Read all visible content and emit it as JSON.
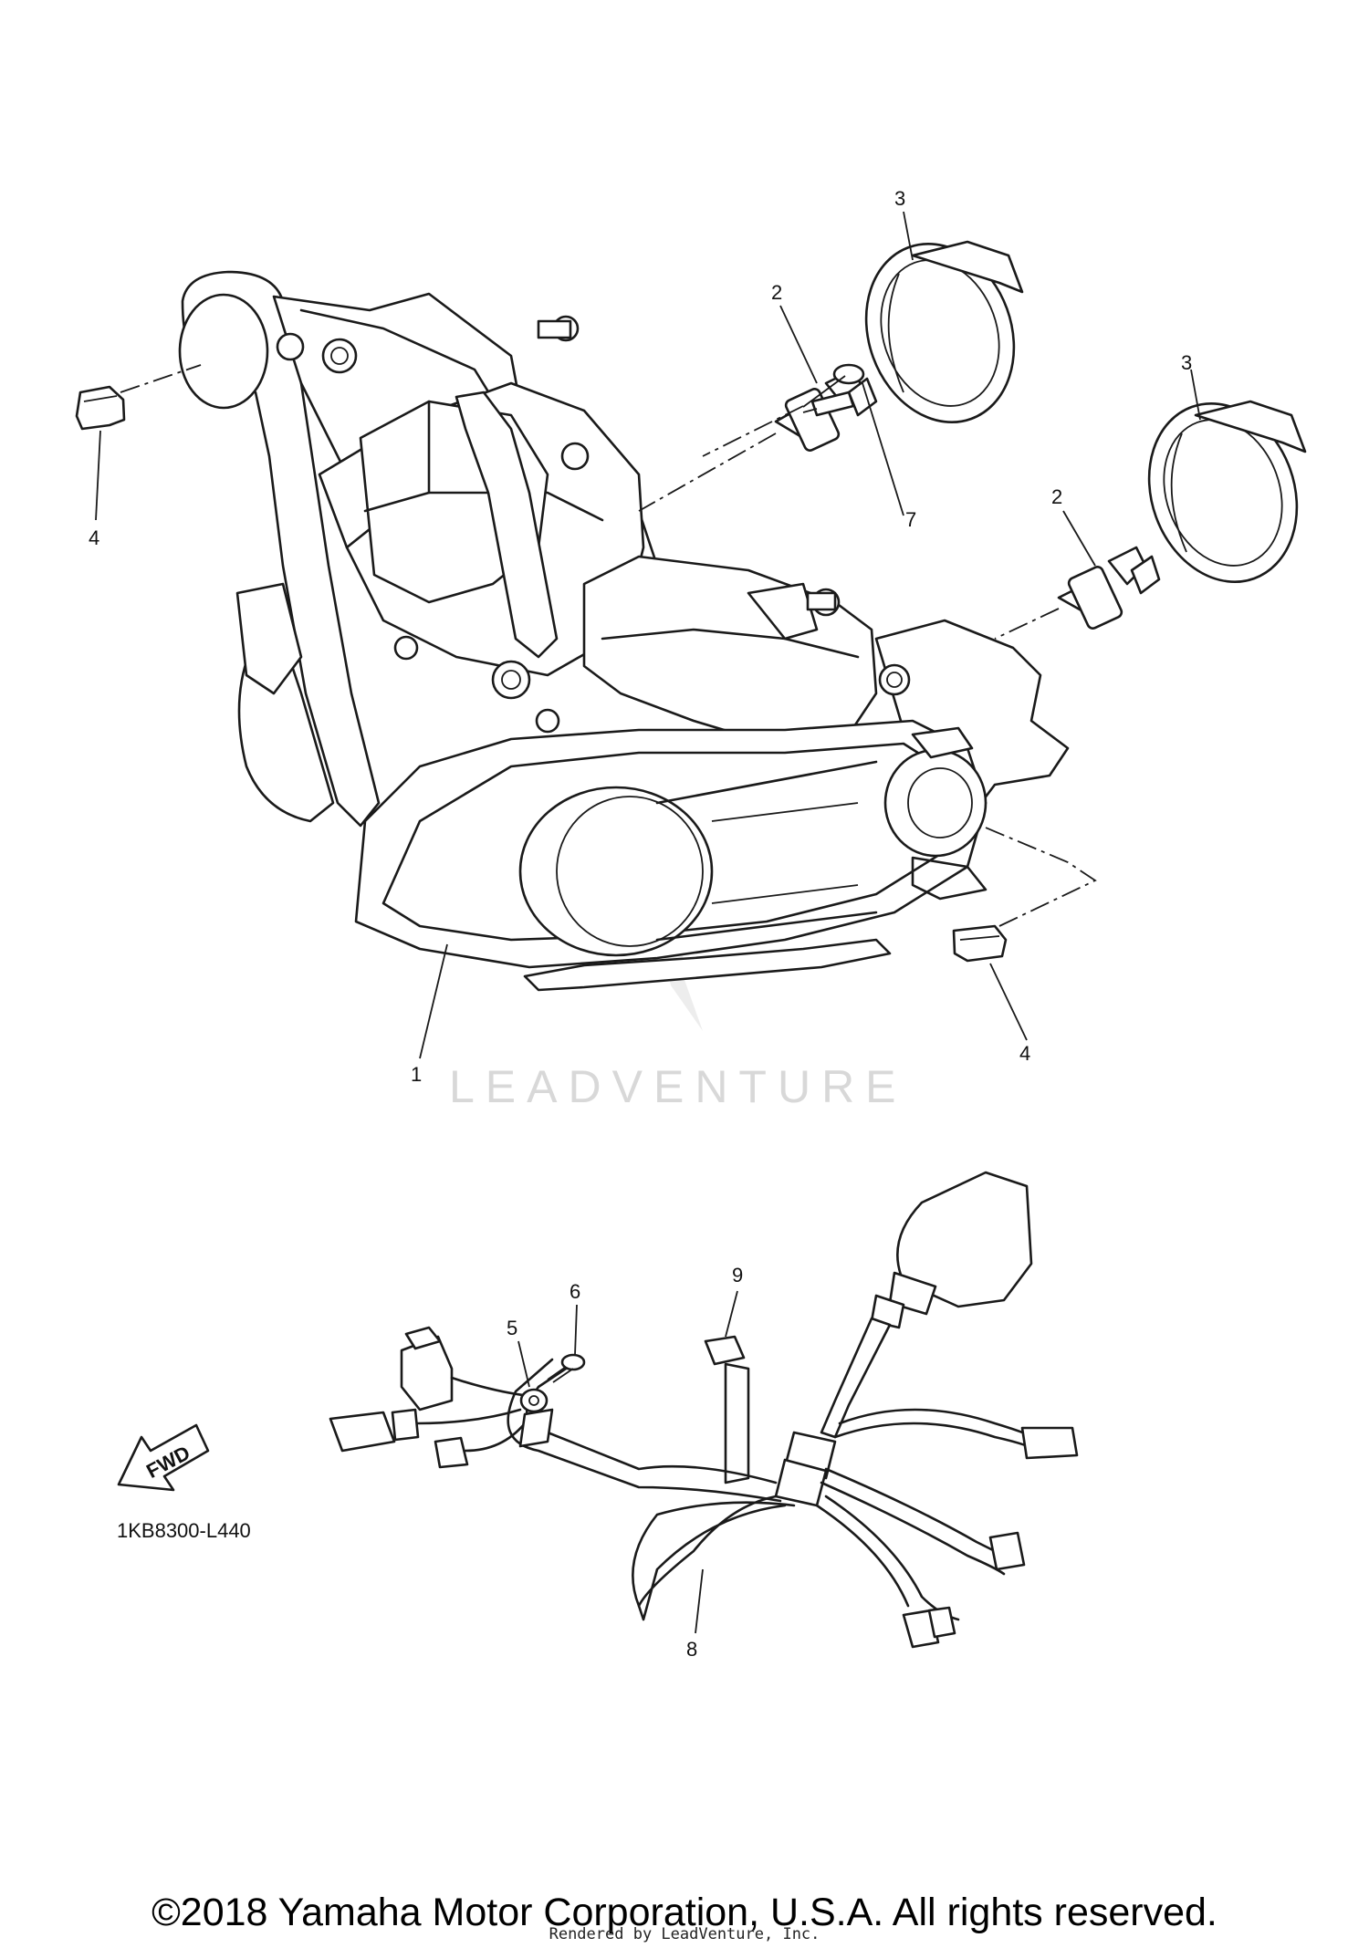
{
  "callouts": [
    {
      "id": "c1",
      "text": "1"
    },
    {
      "id": "c2a",
      "text": "2"
    },
    {
      "id": "c2b",
      "text": "2"
    },
    {
      "id": "c3a",
      "text": "3"
    },
    {
      "id": "c3b",
      "text": "3"
    },
    {
      "id": "c4a",
      "text": "4"
    },
    {
      "id": "c4b",
      "text": "4"
    },
    {
      "id": "c5",
      "text": "5"
    },
    {
      "id": "c6",
      "text": "6"
    },
    {
      "id": "c7",
      "text": "7"
    },
    {
      "id": "c8",
      "text": "8"
    },
    {
      "id": "c9",
      "text": "9"
    }
  ],
  "fwd_label": "FWD",
  "watermark": "LEADVENTURE",
  "diagram_code": "1KB8300-L440",
  "copyright": "©2018 Yamaha Motor Corporation, U.S.A. All rights reserved.",
  "rendered_by": "Rendered by LeadVenture, Inc."
}
